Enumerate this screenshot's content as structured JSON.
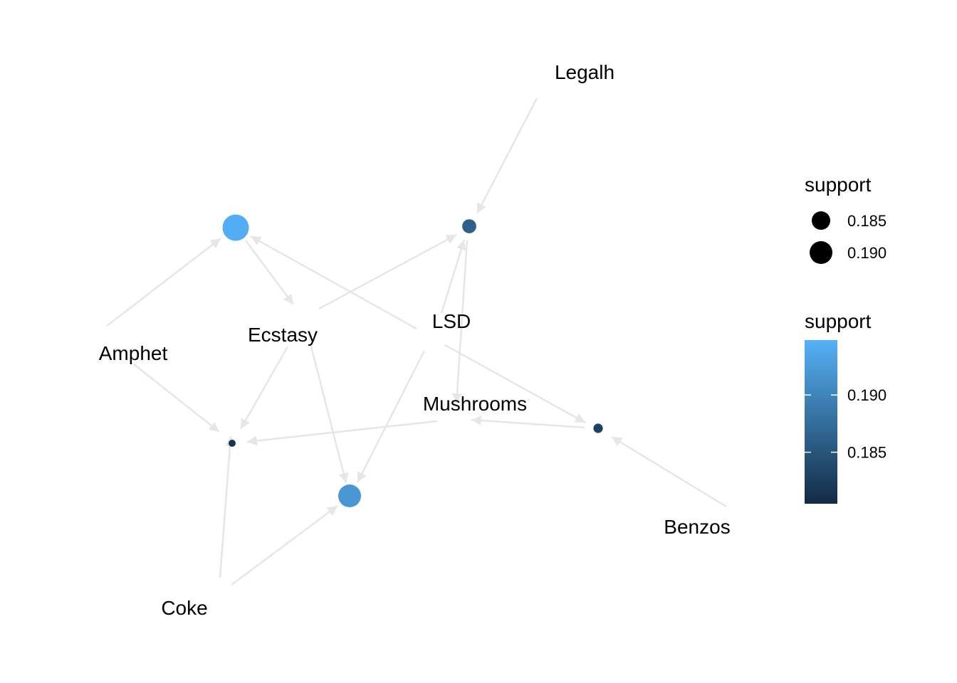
{
  "graph": {
    "items": {
      "amphet": "Amphet",
      "benzos": "Benzos",
      "coke": "Coke",
      "ecstasy": "Ecstasy",
      "legalh": "Legalh",
      "lsd": "LSD",
      "mushrooms": "Mushrooms"
    },
    "rules": [
      {
        "id": "r1",
        "support": 0.1944
      },
      {
        "id": "r2",
        "support": 0.1862
      },
      {
        "id": "r3",
        "support": 0.192
      },
      {
        "id": "r4",
        "support": 0.1815
      },
      {
        "id": "r5",
        "support": 0.183
      }
    ],
    "edges": [
      {
        "from": "amphet",
        "to": "r1"
      },
      {
        "from": "r1",
        "to": "ecstasy"
      },
      {
        "from": "lsd",
        "to": "r1"
      },
      {
        "from": "legalh",
        "to": "r2"
      },
      {
        "from": "ecstasy",
        "to": "r2"
      },
      {
        "from": "lsd",
        "to": "r2"
      },
      {
        "from": "r2",
        "to": "mushrooms"
      },
      {
        "from": "amphet",
        "to": "r4"
      },
      {
        "from": "ecstasy",
        "to": "r4"
      },
      {
        "from": "mushrooms",
        "to": "r4"
      },
      {
        "from": "coke",
        "to": "r4"
      },
      {
        "from": "ecstasy",
        "to": "r3"
      },
      {
        "from": "lsd",
        "to": "r3"
      },
      {
        "from": "coke",
        "to": "r3"
      },
      {
        "from": "lsd",
        "to": "r5"
      },
      {
        "from": "r5",
        "to": "mushrooms"
      },
      {
        "from": "benzos",
        "to": "r5"
      }
    ],
    "colors": {
      "low": "#132B43",
      "high": "#56B1F7",
      "edge": "#e6e6e6",
      "size_key": "#000000"
    }
  },
  "legend": {
    "size_title": "support",
    "size_keys": [
      {
        "label": "0.185",
        "value": 0.185
      },
      {
        "label": "0.190",
        "value": 0.19
      }
    ],
    "color_title": "support",
    "color_ticks": [
      {
        "label": "0.190",
        "value": 0.19
      },
      {
        "label": "0.185",
        "value": 0.185
      }
    ],
    "color_range": [
      0.1805,
      0.1948
    ]
  }
}
